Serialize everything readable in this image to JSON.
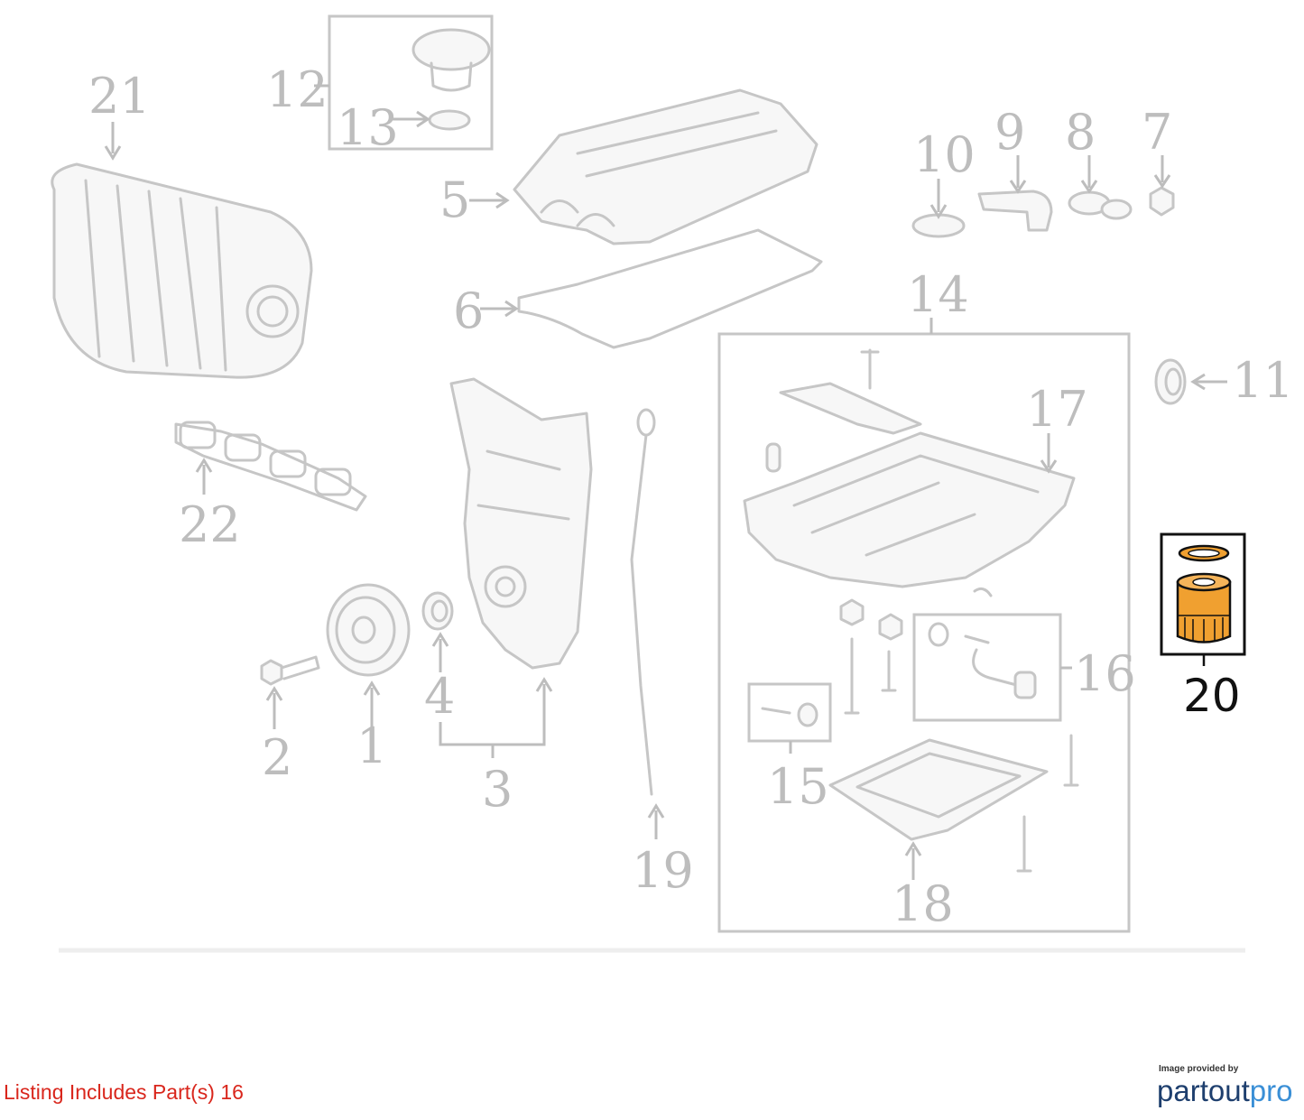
{
  "callouts": {
    "c1": "1",
    "c2": "2",
    "c3": "3",
    "c4": "4",
    "c5": "5",
    "c6": "6",
    "c7": "7",
    "c8": "8",
    "c9": "9",
    "c10": "10",
    "c11": "11",
    "c12": "12",
    "c13": "13",
    "c14": "14",
    "c15": "15",
    "c16": "16",
    "c17": "17",
    "c18": "18",
    "c19": "19",
    "c20": "20",
    "c21": "21",
    "c22": "22"
  },
  "highlight_color": "#f0a030",
  "footer": {
    "listing": "Listing Includes Part(s) 16",
    "credit_small": "Image provided by",
    "credit_brand_a": "partout",
    "credit_brand_b": "pro"
  }
}
